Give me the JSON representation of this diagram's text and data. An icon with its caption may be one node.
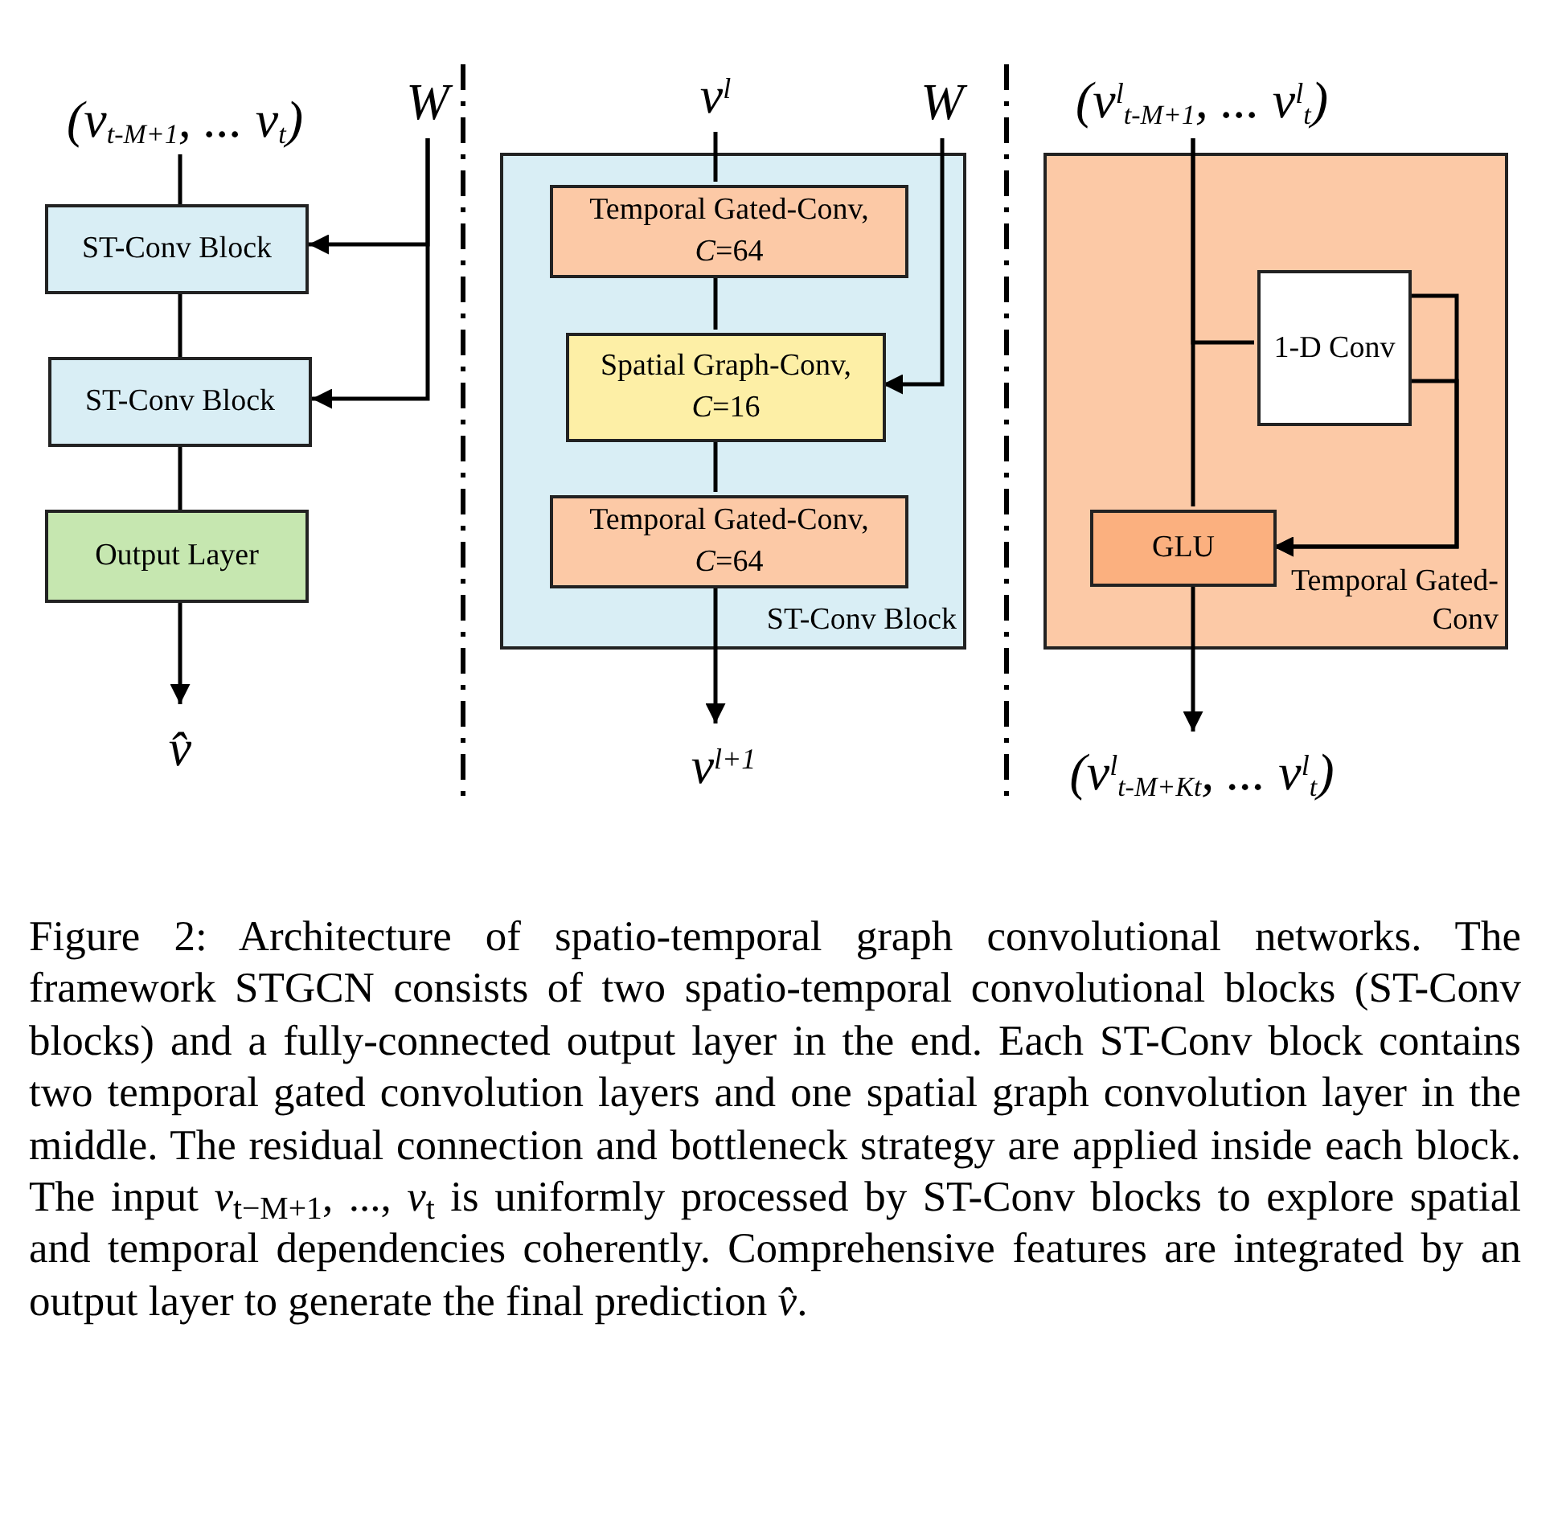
{
  "diagram": {
    "caption": "Figure 2: Architecture of spatio-temporal graph convolutional networks. The framework STGCN consists of two spatio-temporal convolutional blocks (ST-Conv blocks) and a fully-connected output layer in the end. Each ST-Conv block contains two temporal gated convolution layers and one spatial graph convolution layer in the middle. The residual connection and bottleneck strategy are applied inside each block. The input *v*$_{t−M+1}$, ..., *v*$_{t}$ is uniformly processed by ST-Conv blocks to explore spatial and temporal dependencies coherently. Comprehensive features are integrated by an output layer to generate the final prediction *v̂*.",
    "nodes": [
      {
        "text": [
          "(v$_{t-M+1}$, ... v$_{t}$)"
        ]
      },
      {
        "text": [
          "W"
        ]
      },
      {
        "text": [
          "ST-Conv Block"
        ]
      },
      {
        "text": [
          "ST-Conv Block"
        ]
      },
      {
        "text": [
          "Output Layer"
        ]
      },
      {
        "text": [
          "v̂"
        ]
      },
      {
        "text": [
          "v$^{l}$"
        ]
      },
      {
        "text": [
          "W"
        ]
      },
      {
        "text": [
          "ST-Conv Block"
        ]
      },
      {
        "text": [
          "Temporal Gated-Conv, *C*=64"
        ],
        "in": 8
      },
      {
        "text": [
          "Spatial Graph-Conv, *C*=16"
        ],
        "in": 8
      },
      {
        "text": [
          "Temporal Gated-Conv, *C*=64"
        ],
        "in": 8
      },
      {
        "text": [
          "v$^{l+1}$"
        ]
      },
      {
        "text": [
          "(v$^{l}$$_{t-M+1}$, ... v$^{l}$$_{t}$)"
        ]
      },
      {
        "text": [
          "Temporal Gated-Conv"
        ]
      },
      {
        "text": [
          "1-D Conv"
        ],
        "in": 14
      },
      {
        "text": [
          "GLU"
        ],
        "in": 14
      },
      {
        "text": [
          "(v$^{l}$$_{t-M+K}$$_{t}$, ... v$^{l}$$_{t}$)"
        ]
      }
    ],
    "edges": [
      {
        "from": 0,
        "to": 2,
        "arrow": "none"
      },
      {
        "from": 1,
        "to": 2,
        "arrow": "to"
      },
      {
        "from": 1,
        "to": 3,
        "arrow": "to"
      },
      {
        "from": 2,
        "to": 3,
        "arrow": "none"
      },
      {
        "from": 3,
        "to": 4,
        "arrow": "none"
      },
      {
        "from": 4,
        "to": 5,
        "arrow": "to"
      },
      {
        "from": 6,
        "to": 9,
        "arrow": "none"
      },
      {
        "from": 9,
        "to": 10,
        "arrow": "none"
      },
      {
        "from": 10,
        "to": 11,
        "arrow": "none"
      },
      {
        "from": 11,
        "to": 12,
        "arrow": "to"
      },
      {
        "from": 7,
        "to": 10,
        "arrow": "to"
      },
      {
        "from": 13,
        "to": 16,
        "arrow": "none"
      },
      {
        "from": 13,
        "to": 15,
        "arrow": "none"
      },
      {
        "from": 15,
        "to": 16,
        "arrow": "to"
      },
      {
        "from": 15,
        "to": 16,
        "arrow": "to"
      },
      {
        "from": 16,
        "to": 17,
        "arrow": "to"
      }
    ]
  }
}
